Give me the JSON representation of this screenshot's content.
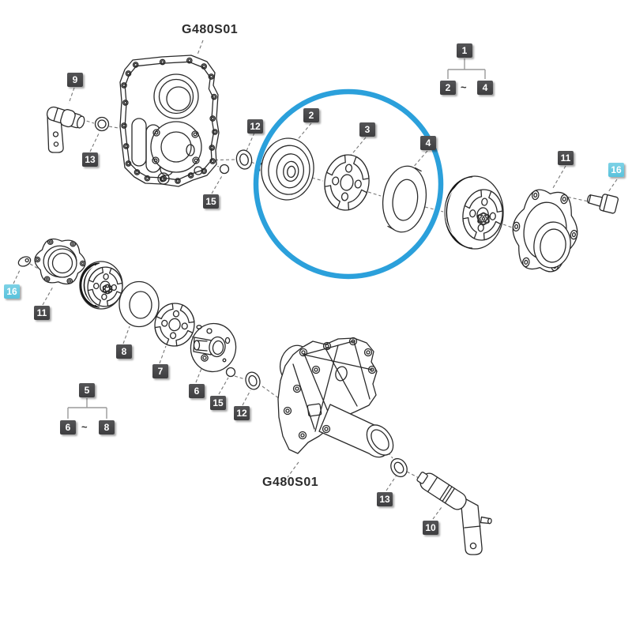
{
  "figure": {
    "code_top": "G480S01",
    "code_bottom": "G480S01"
  },
  "colors": {
    "page_bg": "#ffffff",
    "line": "#2a2a2a",
    "leader": "#777777",
    "bracket": "#9a9a9a",
    "highlight_circle": "#2ba0db",
    "label_bg": "#3e3e40",
    "label_bg_light": "#545456",
    "label_highlight": "#59c2dc",
    "label_text": "#ffffff"
  },
  "callouts": {
    "c9": "9",
    "c13_top": "13",
    "c12_top": "12",
    "c15_top": "15",
    "c2": "2",
    "c3": "3",
    "c4": "4",
    "c1": "1",
    "g1_from": "2",
    "g1_tilde": "~",
    "g1_to": "4",
    "c11_right": "11",
    "c16_right": "16",
    "c16_left": "16",
    "c11_left": "11",
    "c8": "8",
    "c7": "7",
    "c6": "6",
    "c15_bottom": "15",
    "c12_bottom": "12",
    "c5": "5",
    "g5_from": "6",
    "g5_tilde": "~",
    "g5_to": "8",
    "c13_bottom": "13",
    "c10": "10"
  }
}
